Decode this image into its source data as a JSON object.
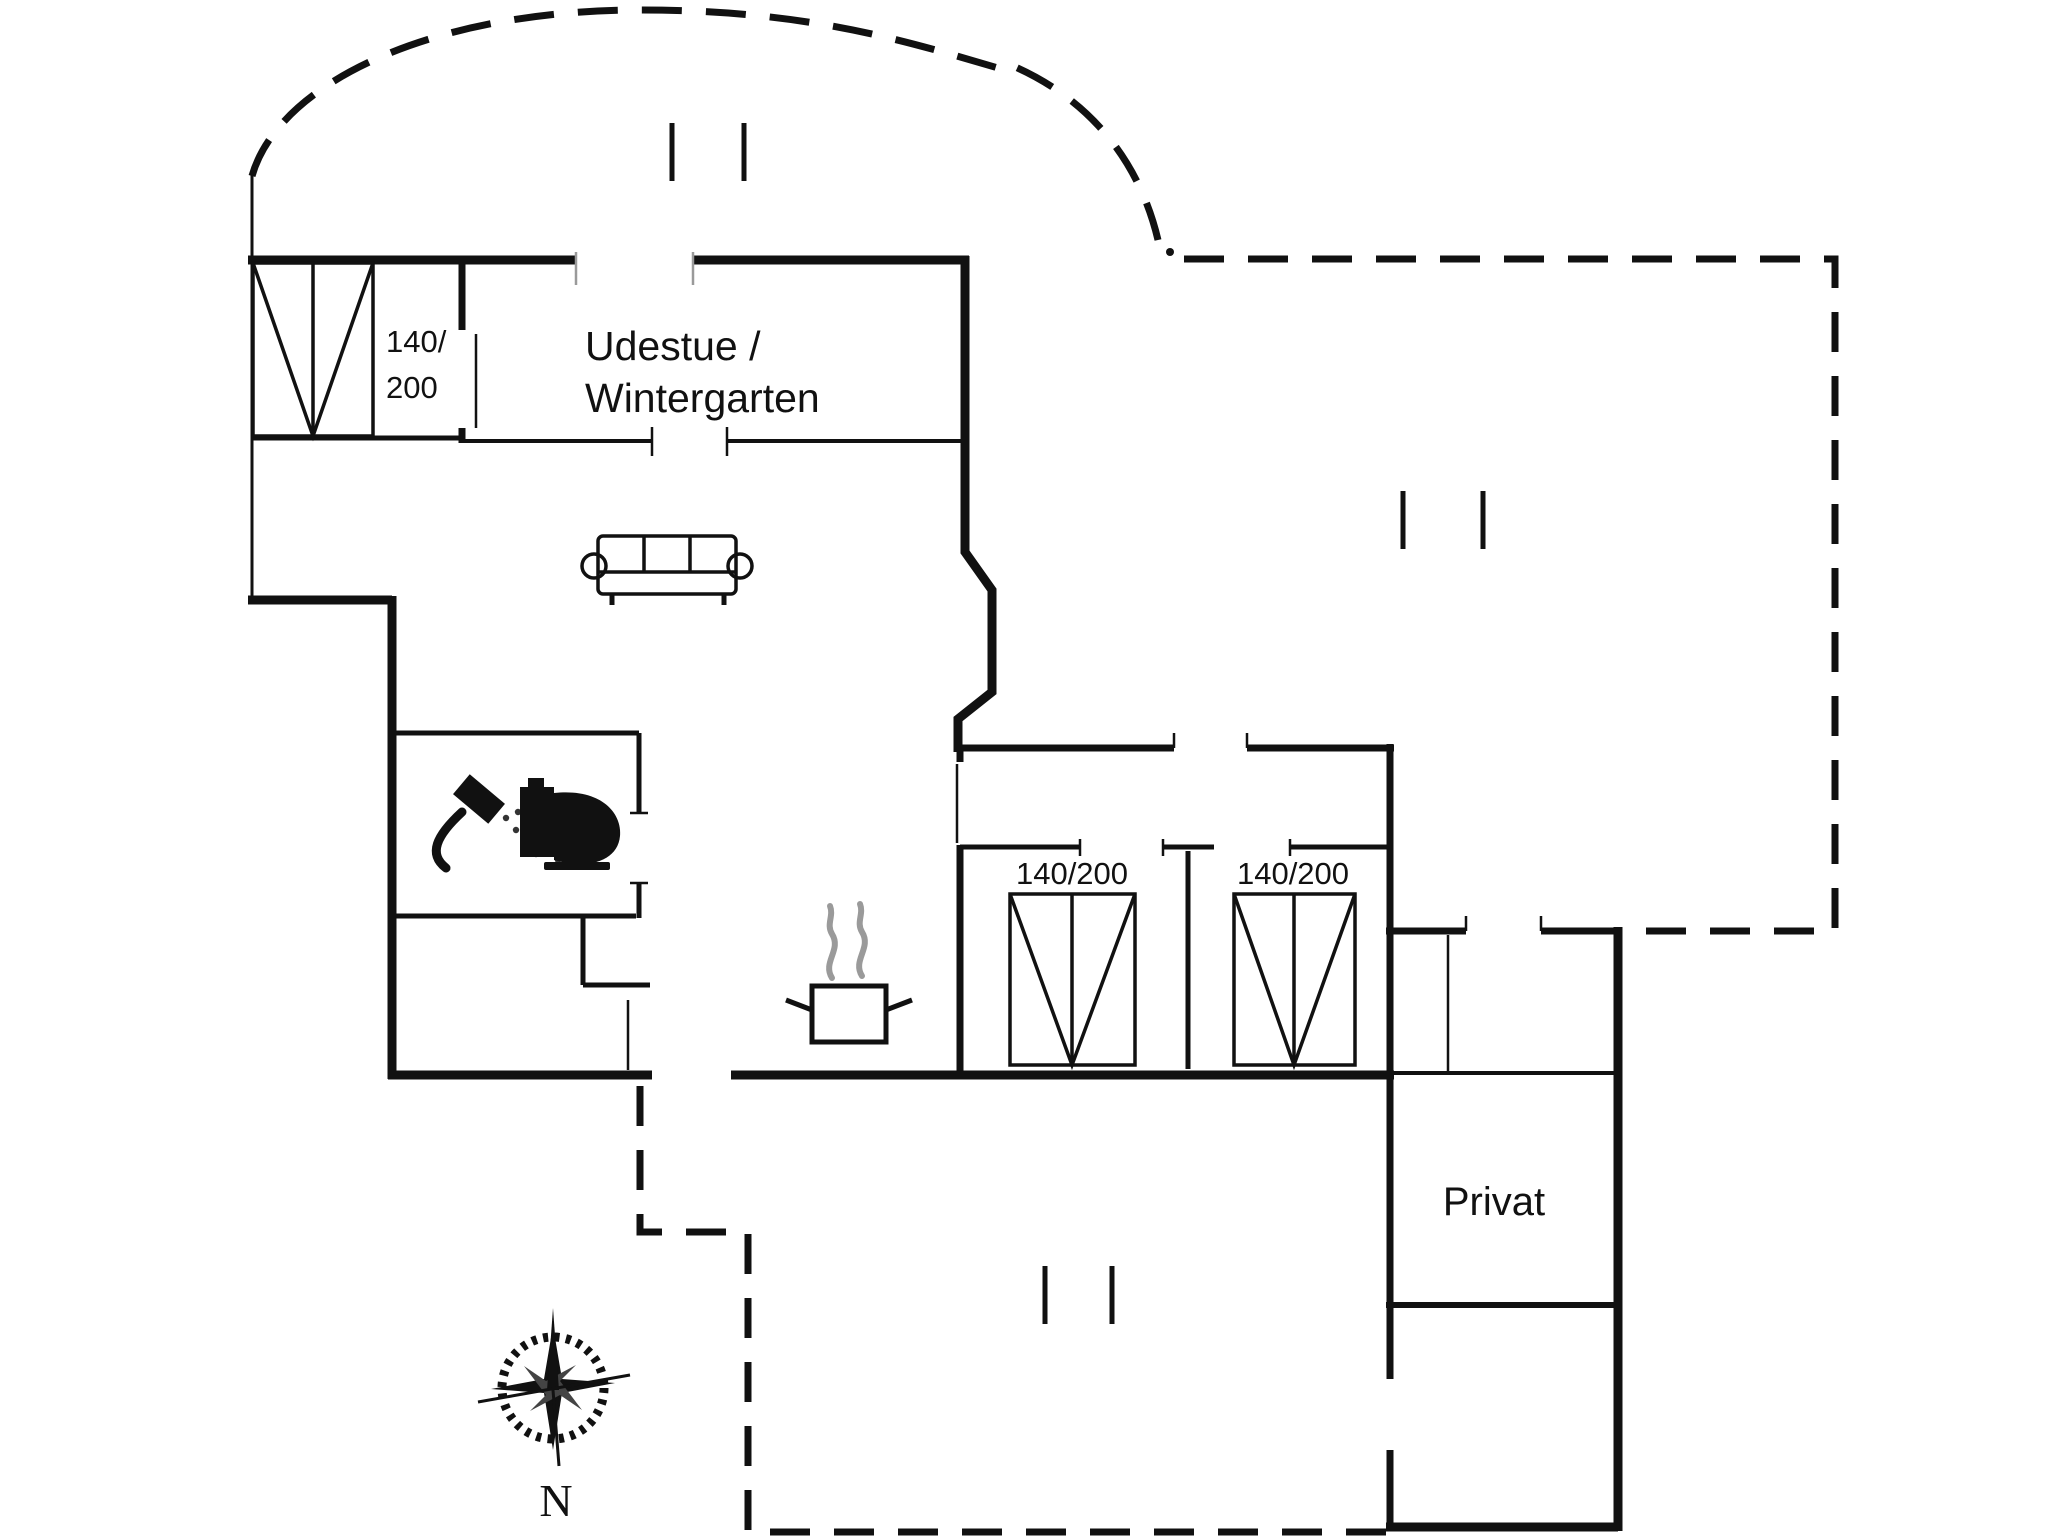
{
  "colors": {
    "background": "#ffffff",
    "line": "#111111",
    "steam": "#9a9a9a",
    "spray": "#333333"
  },
  "labels": {
    "room_udestue_line1": "Udestue /",
    "room_udestue_line2": "Wintergarten",
    "room_privat": "Privat",
    "bed_top_left_line1": "140/",
    "bed_top_left_line2": "200",
    "bed_middle_left": "140/200",
    "bed_middle_right": "140/200",
    "compass_north": "N"
  },
  "plan": {
    "type": "house-floor-plan",
    "rooms": [
      {
        "name": "udestue-wintergarten",
        "label": "Udestue / Wintergarten"
      },
      {
        "name": "bedroom-top-left",
        "bed_size": "140/200"
      },
      {
        "name": "bedroom-middle-left",
        "bed_size": "140/200"
      },
      {
        "name": "bedroom-middle-right",
        "bed_size": "140/200"
      },
      {
        "name": "bathroom",
        "fixtures": [
          "shower",
          "toilet"
        ]
      },
      {
        "name": "kitchen",
        "fixtures": [
          "cooking-pot"
        ]
      },
      {
        "name": "privat",
        "label": "Privat"
      },
      {
        "name": "room-bottom-right"
      }
    ],
    "terraces": [
      {
        "name": "arc-terrace-top",
        "outline": "dashed"
      },
      {
        "name": "terrace-right",
        "outline": "dashed"
      },
      {
        "name": "terrace-bottom",
        "outline": "dashed"
      }
    ],
    "window_marker_pairs": 3,
    "compass": {
      "direction_label": "N"
    }
  },
  "icons": [
    "sofa-icon",
    "double-bed-icon",
    "double-bed-icon",
    "double-bed-icon",
    "shower-icon",
    "toilet-icon",
    "cooking-pot-icon",
    "steam-icon",
    "compass-rose-icon"
  ]
}
